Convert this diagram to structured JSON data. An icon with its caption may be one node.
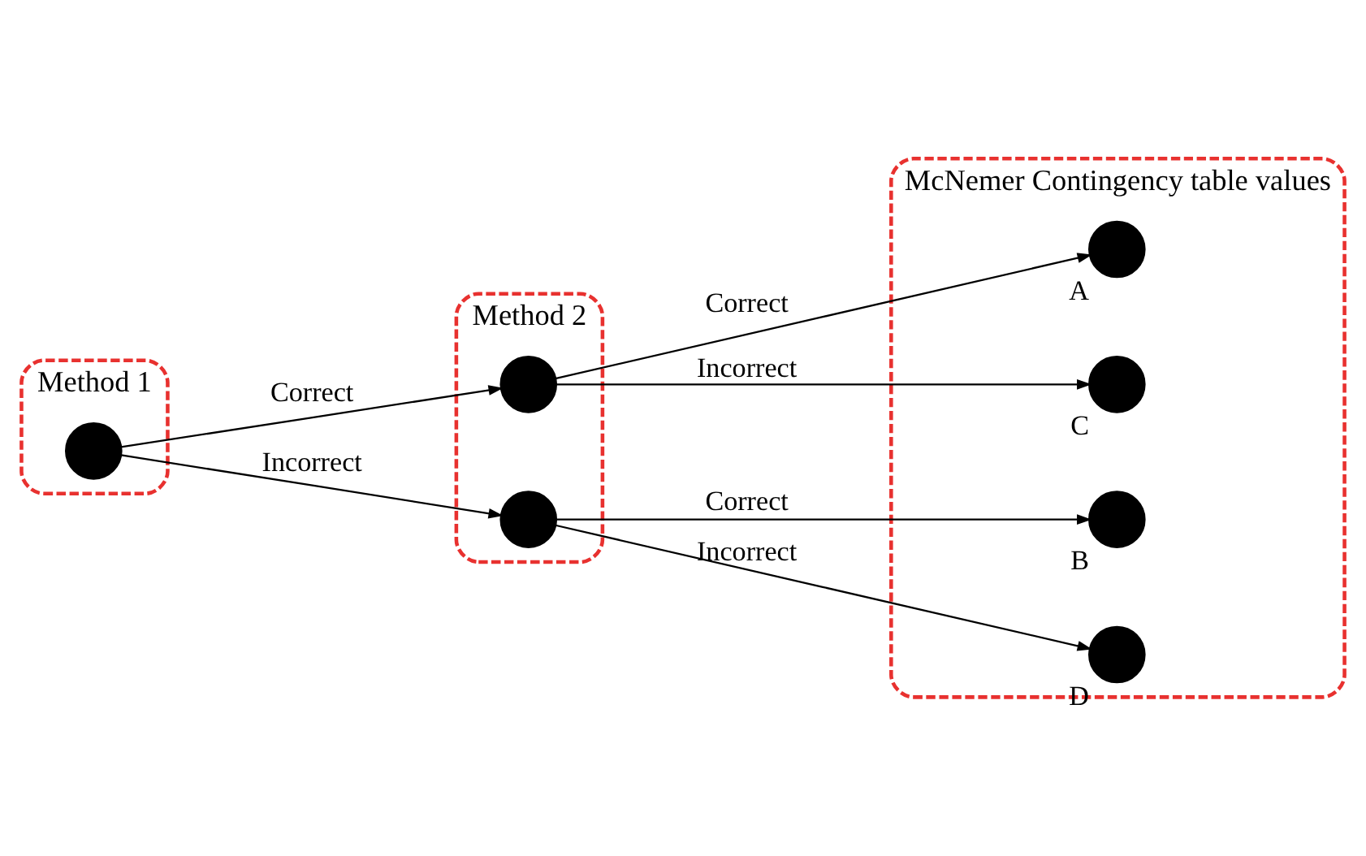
{
  "diagram": {
    "nodes": [
      {
        "text": [
          "Method 1"
        ]
      },
      {
        "text": [
          "Method 2"
        ]
      },
      {
        "text": [
          "McNemer Contingency table values"
        ]
      },
      {
        "text": [],
        "shape": "circle",
        "in": 0
      },
      {
        "text": [],
        "shape": "circle",
        "in": 1
      },
      {
        "text": [],
        "shape": "circle",
        "in": 1
      },
      {
        "text": [],
        "shape": "circle",
        "in": 2,
        "beside": [
          "A"
        ]
      },
      {
        "text": [],
        "shape": "circle",
        "in": 2,
        "beside": [
          "C"
        ]
      },
      {
        "text": [],
        "shape": "circle",
        "in": 2,
        "beside": [
          "B"
        ]
      },
      {
        "text": [],
        "shape": "circle",
        "in": 2,
        "beside": [
          "D"
        ]
      }
    ],
    "edges": [
      {
        "from": 3,
        "to": 4,
        "arrow": "to",
        "label": "Correct"
      },
      {
        "from": 3,
        "to": 5,
        "arrow": "to",
        "label": "Incorrect"
      },
      {
        "from": 4,
        "to": 6,
        "arrow": "to",
        "label": "Correct"
      },
      {
        "from": 4,
        "to": 7,
        "arrow": "to",
        "label": "Incorrect"
      },
      {
        "from": 5,
        "to": 8,
        "arrow": "to",
        "label": "Correct"
      },
      {
        "from": 5,
        "to": 9,
        "arrow": "to",
        "label": "Incorrect"
      }
    ]
  }
}
